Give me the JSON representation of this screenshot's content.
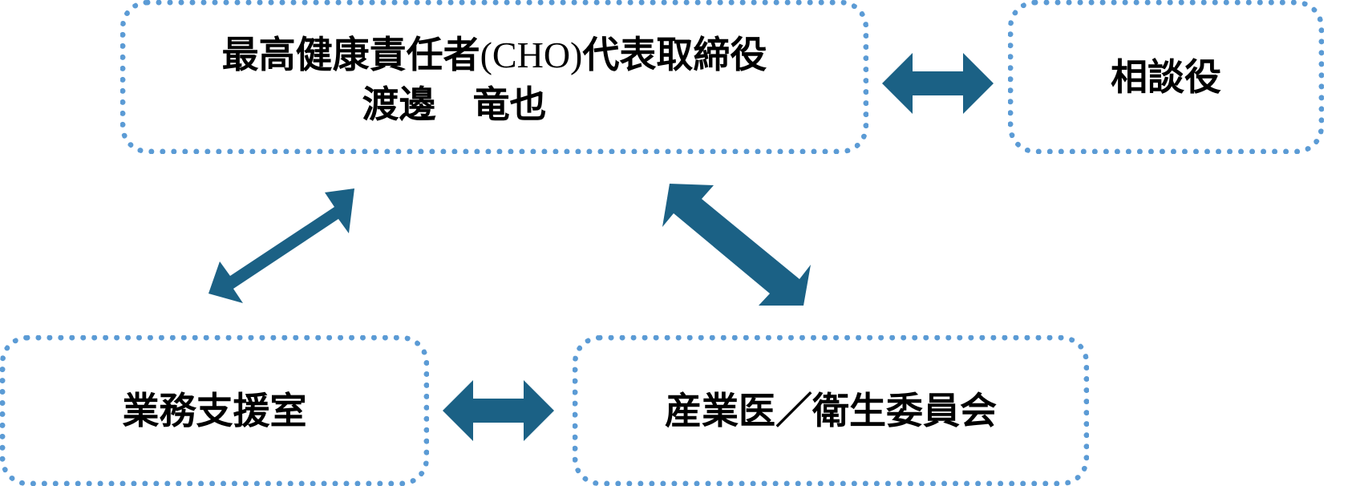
{
  "diagram": {
    "cho": {
      "title_prefix": "最高健康責任者",
      "title_latin": "(CHO)",
      "title_suffix": "代表取締役",
      "name": "渡邊　竜也"
    },
    "advisor": {
      "label": "相談役"
    },
    "support_office": {
      "label": "業務支援室"
    },
    "occupational_health": {
      "label": "産業医／衛生委員会"
    },
    "colors": {
      "box_border": "#5b9bd5",
      "arrow": "#1b6185",
      "text": "#000000"
    }
  }
}
